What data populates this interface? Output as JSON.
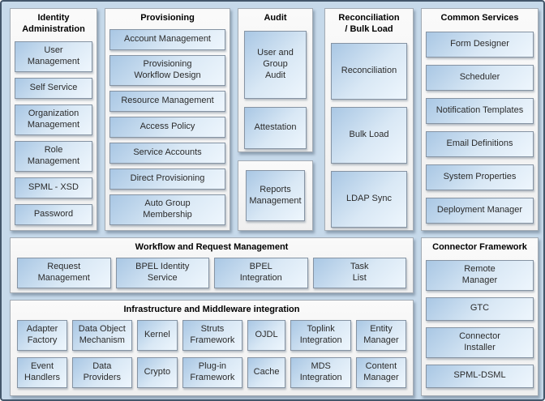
{
  "colors": {
    "background_blue": "#c6d9ea",
    "outer_border": "#43566a",
    "panel_background": "#f3f3f3",
    "panel_border": "#a3abb4",
    "box_gradient_dark": "#a9c7e4",
    "box_gradient_light": "#eef6fd",
    "box_border": "#8593a3",
    "box_text": "#2b2b2b",
    "title_text": "#000000"
  },
  "panels": {
    "identity": {
      "title": "Identity\nAdministration",
      "items": [
        "User\nManagement",
        "Self Service",
        "Organization\nManagement",
        "Role\nManagement",
        "SPML - XSD",
        "Password"
      ]
    },
    "provisioning": {
      "title": "Provisioning",
      "items": [
        "Account Management",
        "Provisioning\nWorkflow Design",
        "Resource Management",
        "Access Policy",
        "Service Accounts",
        "Direct Provisioning",
        "Auto Group\nMembership"
      ]
    },
    "audit": {
      "title": "Audit",
      "items": [
        "User and\nGroup\nAudit",
        "Attestation"
      ]
    },
    "reports": {
      "items": [
        "Reports\nManagement"
      ]
    },
    "reconciliation": {
      "title": "Reconciliation\n/ Bulk Load",
      "items": [
        "Reconciliation",
        "Bulk Load",
        "LDAP Sync"
      ]
    },
    "common_services": {
      "title": "Common Services",
      "items": [
        "Form Designer",
        "Scheduler",
        "Notification Templates",
        "Email Definitions",
        "System Properties",
        "Deployment Manager"
      ]
    },
    "workflow": {
      "title": "Workflow and Request Management",
      "items": [
        "Request\nManagement",
        "BPEL Identity\nService",
        "BPEL\nIntegration",
        "Task\nList"
      ]
    },
    "connector": {
      "title": "Connector Framework",
      "items": [
        "Remote\nManager",
        "GTC",
        "Connector\nInstaller",
        "SPML-DSML"
      ]
    },
    "infrastructure": {
      "title": "Infrastructure and Middleware integration",
      "rows": [
        [
          "Adapter\nFactory",
          "Data Object\nMechanism",
          "Kernel",
          "Struts\nFramework",
          "OJDL",
          "Toplink\nIntegration",
          "Entity\nManager"
        ],
        [
          "Event\nHandlers",
          "Data\nProviders",
          "Crypto",
          "Plug-in\nFramework",
          "Cache",
          "MDS\nIntegration",
          "Content\nManager"
        ]
      ]
    }
  }
}
